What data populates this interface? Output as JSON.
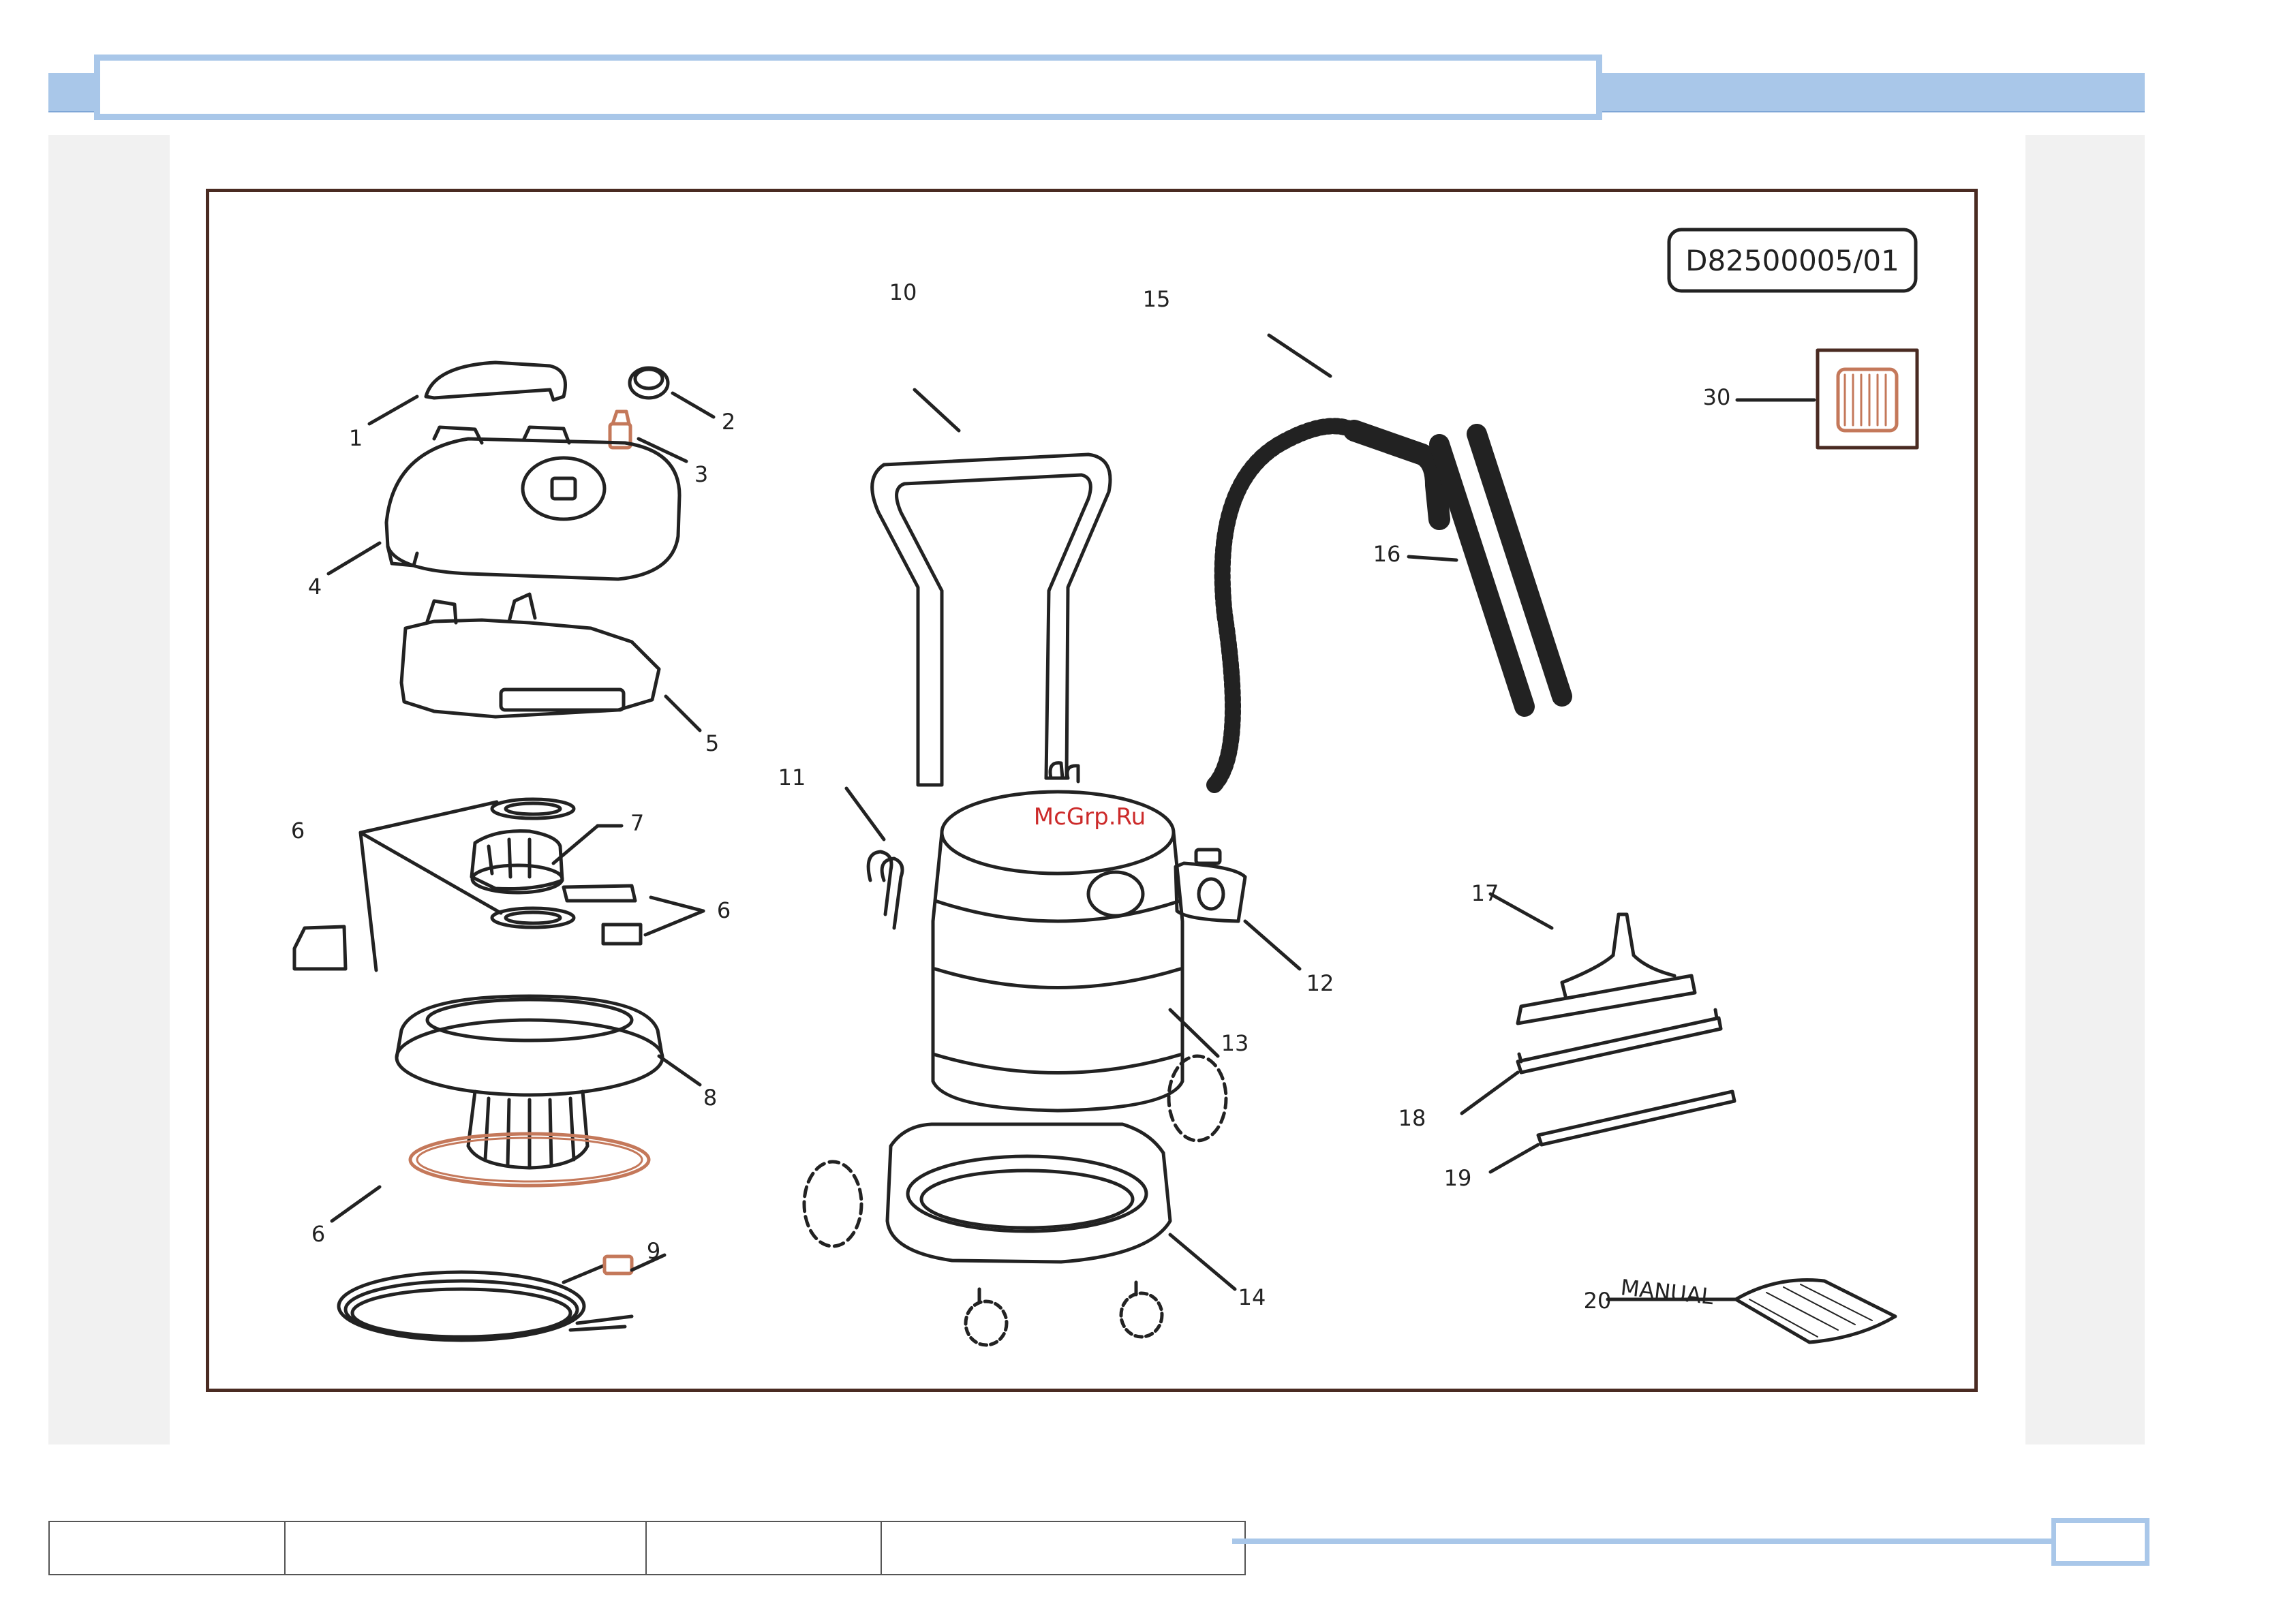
{
  "document_code": "D82500005/01",
  "watermark": "McGrp.Ru",
  "manual_label": "MANUAL",
  "part_numbers": [
    "1",
    "2",
    "3",
    "4",
    "5",
    "6",
    "7",
    "6",
    "8",
    "6",
    "9",
    "10",
    "11",
    "12",
    "13",
    "14",
    "15",
    "16",
    "17",
    "18",
    "19",
    "20",
    "30"
  ],
  "colors": {
    "header_blue": "#a9c7e9",
    "frame_brown": "#4a2b22",
    "watermark_red": "#cc2a2a",
    "gasket_orange": "#c4785a"
  }
}
